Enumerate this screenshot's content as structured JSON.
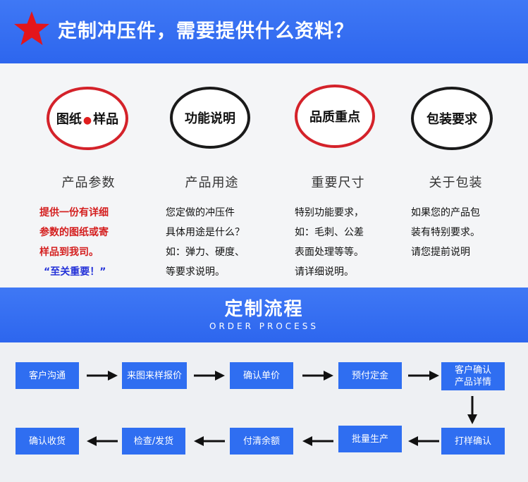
{
  "header": {
    "title": "定制冲压件，需要提供什么资料？",
    "icon": "star-icon",
    "color": "#2d66ee"
  },
  "columns": [
    {
      "circle": "图纸",
      "circle2": "样品",
      "subtitle": "产品参数",
      "lines": [
        "提供一份有详细",
        "参数的图纸或寄",
        "样品到我司。"
      ],
      "emphasis": "“至关重要！”",
      "ring_color": "#d4222a"
    },
    {
      "circle": "功能说明",
      "subtitle": "产品用途",
      "lines": [
        "您定做的冲压件",
        "具体用途是什么？",
        "如：弹力、硬度、",
        "等要求说明。"
      ],
      "ring_color": "#1a1a1a"
    },
    {
      "circle": "品质重点",
      "subtitle": "重要尺寸",
      "lines": [
        "特别功能要求，",
        "如：毛刺、公差",
        "表面处理等等。",
        "请详细说明。"
      ],
      "ring_color": "#d4222a"
    },
    {
      "circle": "包装要求",
      "subtitle": "关于包装",
      "lines": [
        "如果您的产品包",
        "装有特别要求。",
        "请您提前说明"
      ],
      "ring_color": "#1a1a1a"
    }
  ],
  "process": {
    "title": "定制流程",
    "subtitle": "ORDER PROCESS",
    "row1": [
      "客户沟通",
      "来图来样报价",
      "确认单价",
      "预付定金",
      "客户确认\n产品详情"
    ],
    "row2": [
      "确认收货",
      "检查/发货",
      "付清余额",
      "批量生产",
      "打样确认"
    ]
  }
}
